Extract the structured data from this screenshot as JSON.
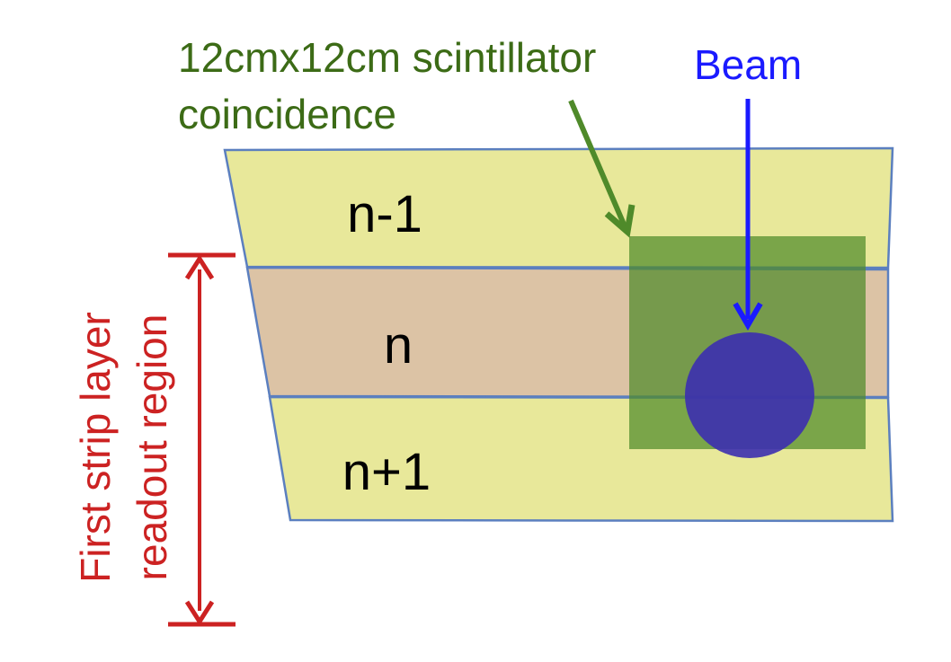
{
  "labels": {
    "scintillator_line1": "12cmx12cm scintillator",
    "scintillator_line2": "coincidence",
    "beam": "Beam",
    "strip_top": "n-1",
    "strip_middle": "n",
    "strip_bottom": "n+1",
    "region_line1": "First strip layer",
    "region_line2": "readout region"
  },
  "colors": {
    "strip_yellow": "#e8e89a",
    "strip_tan": "#dcc3a5",
    "strip_border": "#5b7fbf",
    "scintillator_fill": "#4f8a2a",
    "scintillator_text": "#3c6b16",
    "beam_blue": "#1a1aff",
    "beam_spot": "#3c2fb0",
    "region_red": "#cc2222"
  }
}
